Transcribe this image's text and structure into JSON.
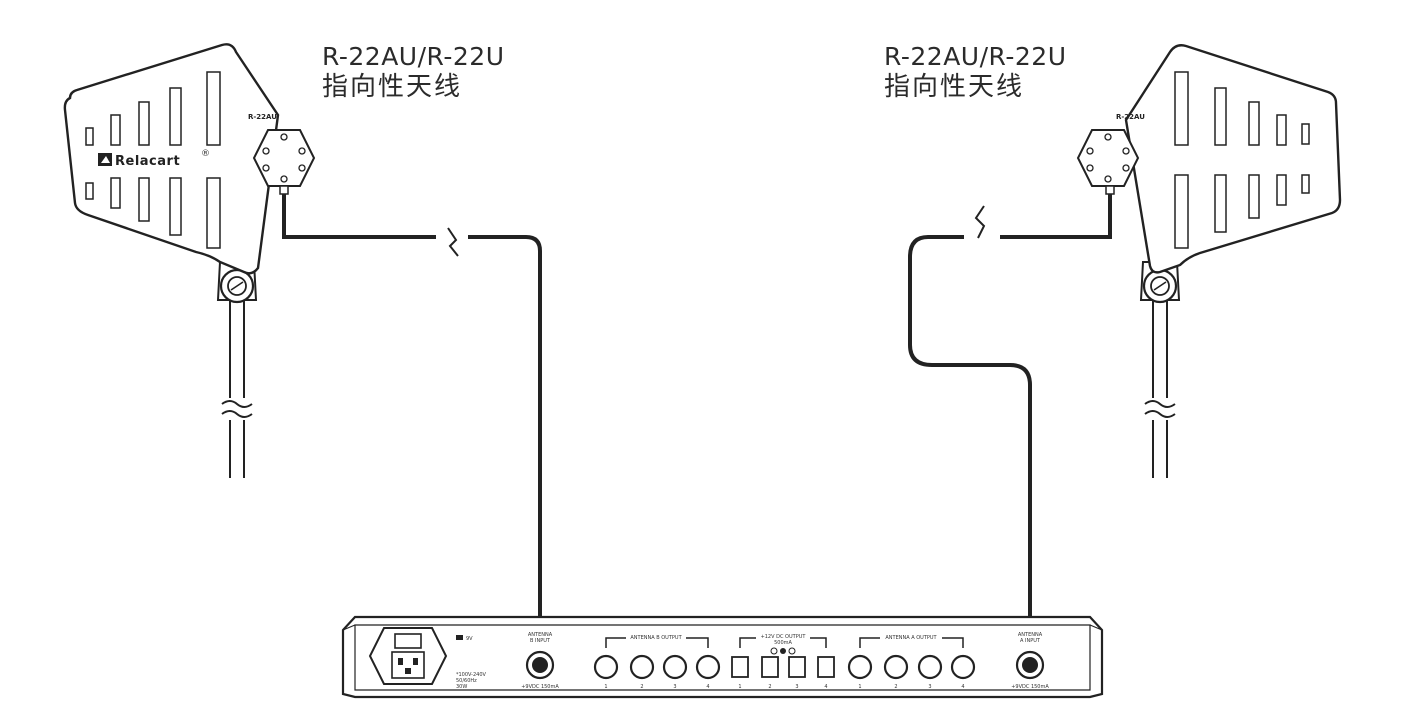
{
  "left_antenna": {
    "caption_model": "R-22AU/R-22U",
    "caption_type": "指向性天线",
    "panel_model": "R-22AU",
    "brand": "Relacart",
    "registered": "®"
  },
  "right_antenna": {
    "caption_model": "R-22AU/R-22U",
    "caption_type": "指向性天线",
    "panel_model": "R-22AU"
  },
  "rack_unit": {
    "power_mark": "9V",
    "power_spec": [
      "*100V-240V",
      "50/60Hz",
      "30W"
    ],
    "antenna_b_input": [
      "ANTENNA",
      "B INPUT"
    ],
    "antenna_b_input_spec": "+9VDC 150mA",
    "antenna_b_output": "ANTENNA B OUTPUT",
    "dc_output": [
      "+12V DC OUTPUT",
      "500mA"
    ],
    "antenna_a_output": "ANTENNA A OUTPUT",
    "antenna_a_input": [
      "ANTENNA",
      "A INPUT"
    ],
    "antenna_a_input_spec": "+9VDC 150mA",
    "port_numbers": [
      "1",
      "2",
      "3",
      "4"
    ]
  }
}
